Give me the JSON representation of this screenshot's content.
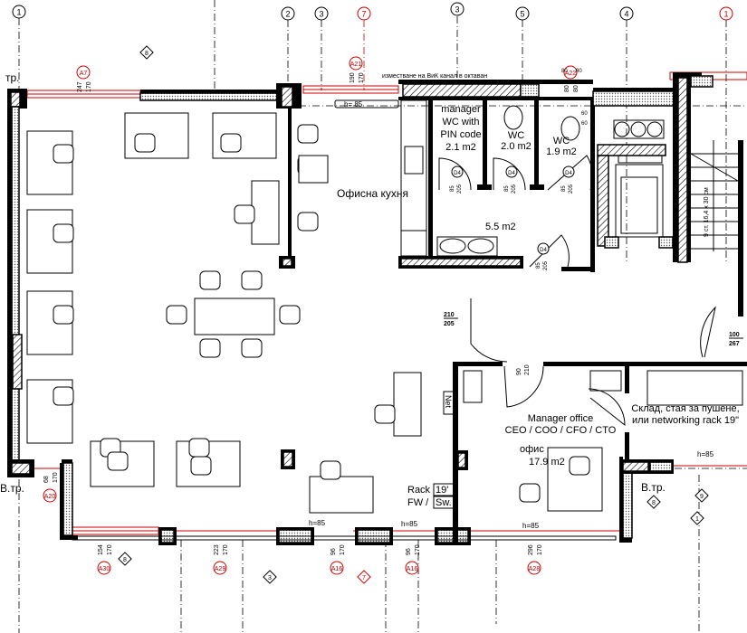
{
  "plan": {
    "grid_axes": [
      {
        "label": "1",
        "color": "#000000"
      },
      {
        "label": "2",
        "color": "#000000"
      },
      {
        "label": "3",
        "color": "#000000"
      },
      {
        "label": "7",
        "color": "#cc0000"
      },
      {
        "label": "3",
        "color": "#000000"
      },
      {
        "label": "5",
        "color": "#000000"
      },
      {
        "label": "4",
        "color": "#000000"
      },
      {
        "label": "1",
        "color": "#cc0000"
      }
    ],
    "section_markers": [
      "8",
      "3",
      "8",
      "3",
      "7",
      "1",
      "8",
      "9"
    ],
    "note_top": "изместване на ВиК канал в октаван",
    "rooms": {
      "manager_wc": {
        "name": "manager WC with PIN code",
        "line1": "manager",
        "line2": "WC with",
        "line3": "PIN code",
        "area": "2.1 m2"
      },
      "wc1": {
        "name": "WC",
        "area": "2.0 m2"
      },
      "wc2": {
        "name": "WC",
        "area": "1.9 m2"
      },
      "kitchen": {
        "name": "Офисна кухня"
      },
      "hall": {
        "area": "5.5 m2"
      },
      "manager_office": {
        "line1": "Manager office",
        "line2": "CEO / COO / CFO / CTO",
        "name": "офис",
        "area": "17.9 m2"
      },
      "storage": {
        "line1": "Склад, стая за пушене,",
        "line2": "или networking rack 19\""
      },
      "rack": {
        "line1": "Rack",
        "line1b": "19'",
        "line2": "FW /",
        "line2b": "Sw."
      },
      "net": "Net",
      "shaft_left_top": "тр.",
      "shaft_left_bottom": "В.тр.",
      "shaft_right": "В.тр.",
      "stair": "9 ст. 16,4 x 30 см"
    },
    "windows": [
      {
        "tag": "A7",
        "w": "247",
        "h": "170"
      },
      {
        "tag": "A21",
        "w": "190",
        "h": "170"
      },
      {
        "tag": "A22",
        "w": "80",
        "h": "80"
      },
      {
        "tag": "A20",
        "w": "68",
        "h": "170"
      },
      {
        "tag": "A30",
        "w": "154",
        "h": "170"
      },
      {
        "tag": "A29",
        "w": "223",
        "h": "170"
      },
      {
        "tag": "A16",
        "w": "96",
        "h": "170"
      },
      {
        "tag": "A16",
        "w": "96",
        "h": "170"
      },
      {
        "tag": "A28",
        "w": "296",
        "h": "170"
      }
    ],
    "sill_heights": [
      "h= 85",
      "h=85",
      "h=85",
      "h=85",
      "h=85"
    ],
    "doors": [
      {
        "tag": "D4",
        "w": "85",
        "h": "205"
      },
      {
        "tag": "D4",
        "w": "85",
        "h": "205"
      },
      {
        "tag": "D4",
        "w": "85",
        "h": "205"
      },
      {
        "tag": "D4",
        "w": "85",
        "h": "205"
      }
    ],
    "door_dims": [
      {
        "w": "210",
        "h": "205"
      },
      {
        "w": "90",
        "h": "210"
      },
      {
        "w": "100",
        "h": "267"
      }
    ],
    "wc_small_dims": [
      "60",
      "60",
      "80",
      "80"
    ]
  }
}
